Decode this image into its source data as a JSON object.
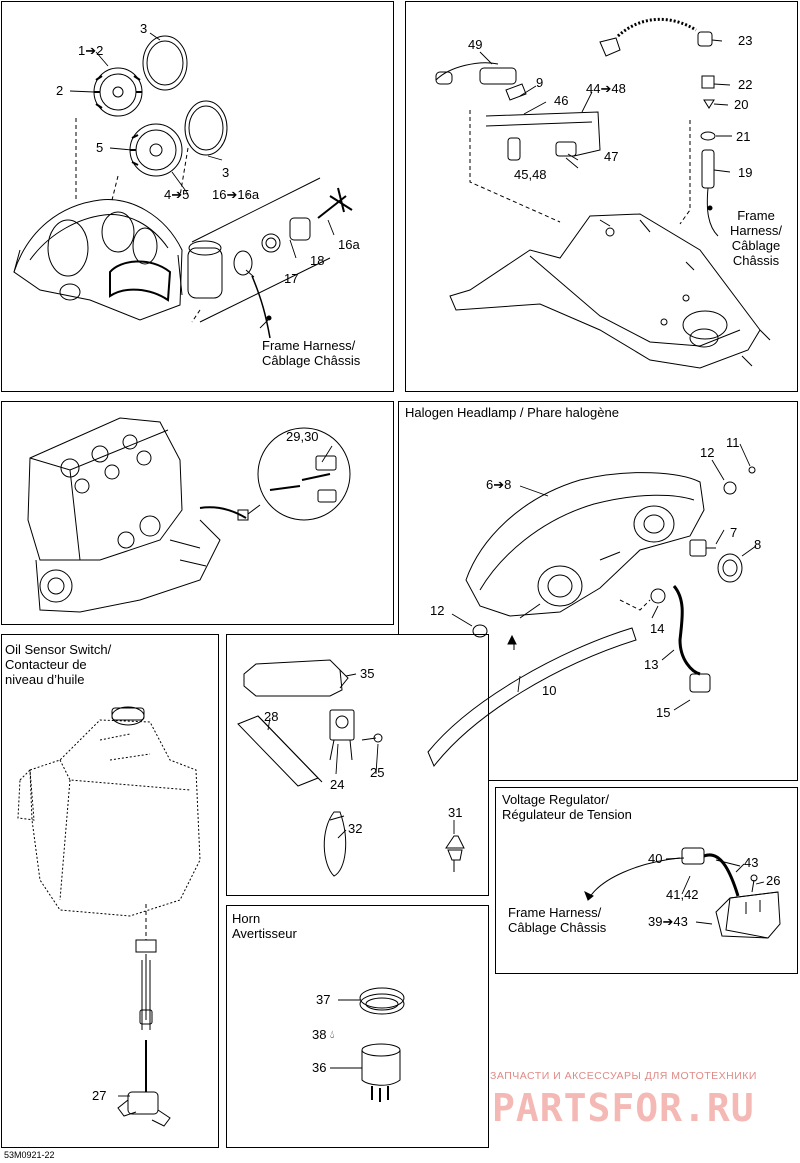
{
  "panel_titles": {
    "headlamp": "Halogen Headlamp / Phare halogène",
    "oil_sensor": "Oil Sensor Switch/\nContacteur de\nniveau d’huile",
    "horn": "Horn\nAvertisseur",
    "voltage_regulator": "Voltage Regulator/\nRégulateur de Tension"
  },
  "harness_notes": {
    "gauge": "Frame Harness/\nCâblage Châssis",
    "steering": "Frame\nHarness/\nCâblage\nChâssis",
    "regulator": "Frame Harness/\nCâblage Châssis"
  },
  "callouts": {
    "gauges": [
      "1➔2",
      "2",
      "3",
      "5",
      "4➔5",
      "3",
      "16➔16a",
      "16a",
      "18",
      "17"
    ],
    "steering": [
      "49",
      "9",
      "46",
      "44➔48",
      "47",
      "45,48",
      "23",
      "22",
      "20",
      "21",
      "19"
    ],
    "engine": [
      "29,30"
    ],
    "headlamp": [
      "6➔8",
      "12",
      "11",
      "7",
      "8",
      "12",
      "14",
      "13",
      "10",
      "15"
    ],
    "oil": [
      "27"
    ],
    "parts": [
      "35",
      "28",
      "24",
      "25",
      "32",
      "31"
    ],
    "horn": [
      "37",
      "38",
      "36"
    ],
    "regulator": [
      "40",
      "43",
      "26",
      "41,42",
      "39➔43"
    ]
  },
  "drawing_code": "53M0921-22",
  "watermark": {
    "caption": "ЗАПЧАСТИ И АКСЕССУАРЫ ДЛЯ МОТОТЕХНИКИ",
    "brand": "PARTSFOR.RU"
  },
  "colors": {
    "line": "#000000",
    "watermark_text": "#e08a86",
    "watermark_brand": "#f4b9b5"
  }
}
